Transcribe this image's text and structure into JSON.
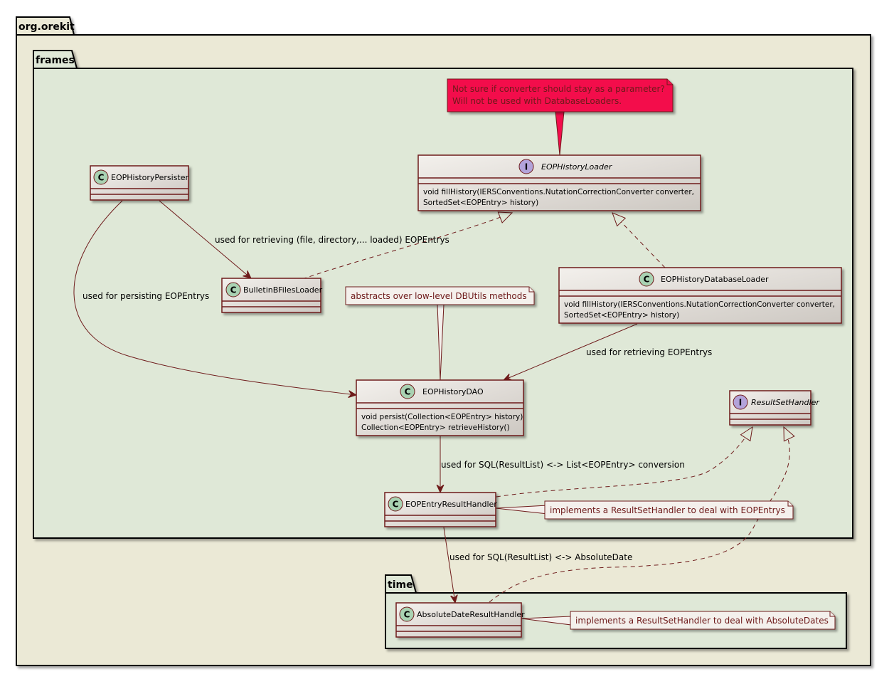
{
  "colors": {
    "outer_package_fill": "#ebe9d6",
    "inner_package_fill": "#dfe8d7",
    "class_border": "#6e1a1a",
    "class_fill_start": "#f3f0ec",
    "class_fill_end": "#cdc8c2",
    "class_glyph_fill": "#a9d2b2",
    "interface_glyph_fill": "#b3a3da",
    "note_fill": "#f4f0ec",
    "warning_note_fill": "#f30c4c",
    "edge": "#6e1a1a"
  },
  "packages": {
    "org_orekit": {
      "title": "org.orekit"
    },
    "frames": {
      "title": "frames"
    },
    "time": {
      "title": "time"
    }
  },
  "classes": {
    "eop_history_loader": {
      "stereotype": "I",
      "name": "EOPHistoryLoader",
      "methods": [
        "void fillHistory(IERSConventions.NutationCorrectionConverter converter,",
        "SortedSet<EOPEntry> history)"
      ]
    },
    "eop_history_persister": {
      "stereotype": "C",
      "name": "EOPHistoryPersister"
    },
    "bulletinb_files_loader": {
      "stereotype": "C",
      "name": "BulletinBFilesLoader"
    },
    "eop_history_database_loader": {
      "stereotype": "C",
      "name": "EOPHistoryDatabaseLoader",
      "methods": [
        "void fillHistory(IERSConventions.NutationCorrectionConverter converter,",
        "SortedSet<EOPEntry> history)"
      ]
    },
    "eop_history_dao": {
      "stereotype": "C",
      "name": "EOPHistoryDAO",
      "methods": [
        "void persist(Collection<EOPEntry> history)",
        "Collection<EOPEntry> retrieveHistory()"
      ]
    },
    "result_set_handler": {
      "stereotype": "I",
      "name": "ResultSetHandler"
    },
    "eop_entry_result_handler": {
      "stereotype": "C",
      "name": "EOPEntryResultHandler"
    },
    "absolute_date_result_handler": {
      "stereotype": "C",
      "name": "AbsoluteDateResultHandler"
    }
  },
  "notes": {
    "converter_note": [
      "Not sure if converter should stay as a parameter?",
      "Will not be used with DatabaseLoaders."
    ],
    "dbutils_note": "abstracts over low-level DBUtils methods",
    "eop_entry_note": "implements a ResultSetHandler to deal with EOPEntrys",
    "absolute_date_note": "implements a ResultSetHandler to deal with AbsoluteDates"
  },
  "edges": {
    "persister_to_bulletin": "used for retrieving (file, directory,... loaded) EOPEntrys",
    "persister_to_dao": "used for persisting EOPEntrys",
    "dbloader_to_dao": "used for retrieving EOPEntrys",
    "dao_to_eop_handler": "used for SQL(ResultList) <-> List<EOPEntry> conversion",
    "eop_handler_to_date_handler": "used for  SQL(ResultList) <-> AbsoluteDate"
  }
}
